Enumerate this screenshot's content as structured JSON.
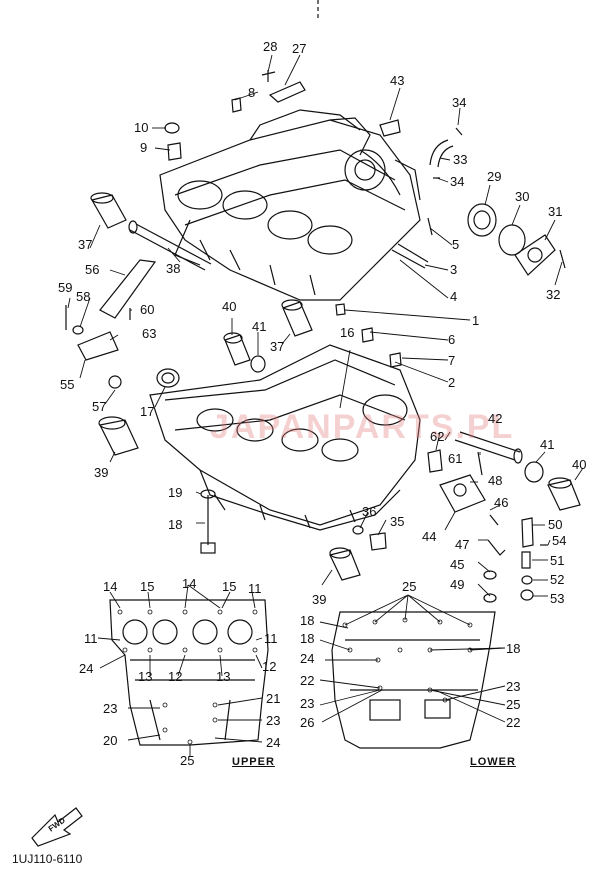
{
  "diagram": {
    "callouts": [
      "1",
      "2",
      "3",
      "4",
      "5",
      "6",
      "7",
      "8",
      "9",
      "10",
      "11",
      "12",
      "13",
      "14",
      "15",
      "16",
      "17",
      "18",
      "19",
      "20",
      "21",
      "22",
      "23",
      "24",
      "25",
      "26",
      "27",
      "28",
      "29",
      "30",
      "31",
      "32",
      "33",
      "34",
      "35",
      "36",
      "37",
      "38",
      "39",
      "40",
      "41",
      "42",
      "43",
      "44",
      "45",
      "46",
      "47",
      "48",
      "49",
      "50",
      "51",
      "52",
      "53",
      "54",
      "55",
      "56",
      "57",
      "58",
      "59",
      "60",
      "61",
      "62",
      "63"
    ],
    "upper_caption": "UPPER",
    "lower_caption": "LOWER",
    "arrow_label": "FWD",
    "part_code": "1UJ110-6110",
    "watermark_text": "JAPANPARTS.PL"
  },
  "colors": {
    "ink": "#111111",
    "background": "#ffffff",
    "watermark": "#e07878"
  }
}
